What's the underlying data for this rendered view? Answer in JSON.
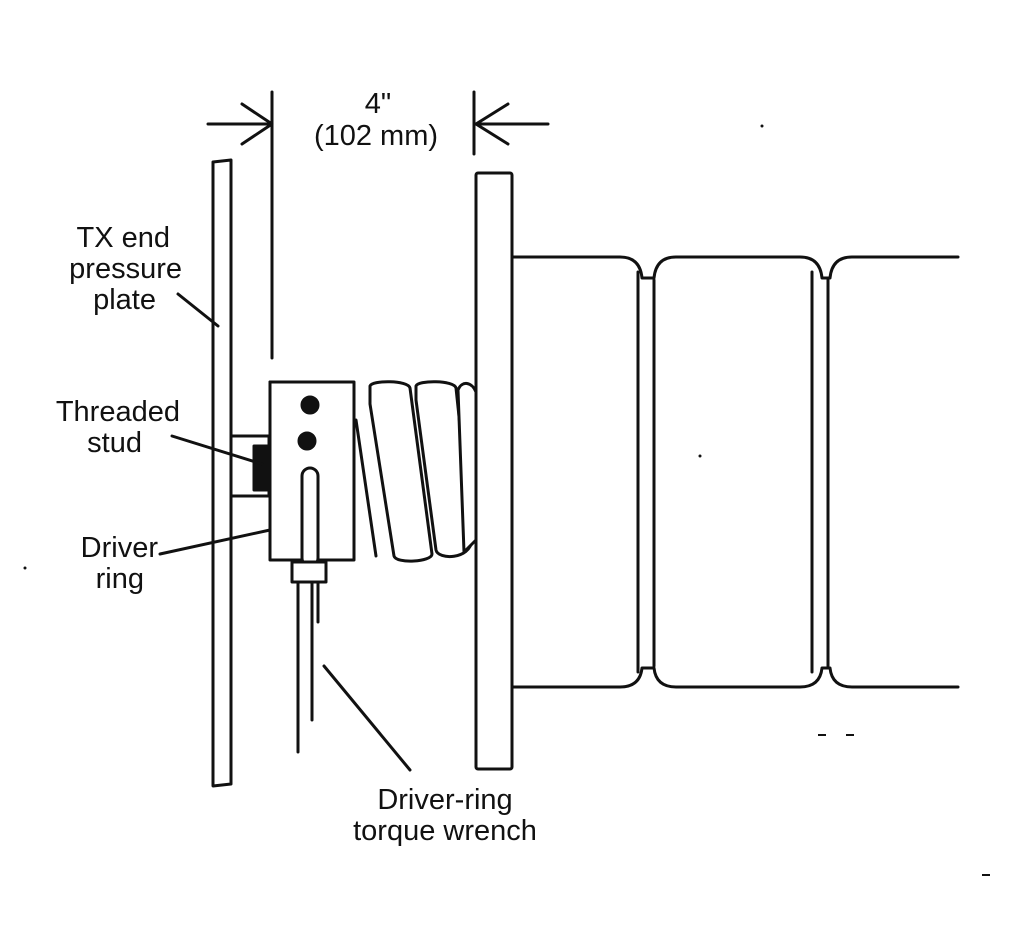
{
  "diagram": {
    "dimension": {
      "value": "4\"",
      "metric": "(102 mm)"
    },
    "labels": {
      "pressure_plate": [
        "TX end",
        "pressure",
        "plate"
      ],
      "threaded_stud": [
        "Threaded",
        "stud"
      ],
      "driver_ring": [
        "Driver",
        "ring"
      ],
      "torque_wrench": [
        "Driver-ring",
        "torque wrench"
      ]
    },
    "colors": {
      "ink": "#111111",
      "background": "#ffffff"
    }
  }
}
